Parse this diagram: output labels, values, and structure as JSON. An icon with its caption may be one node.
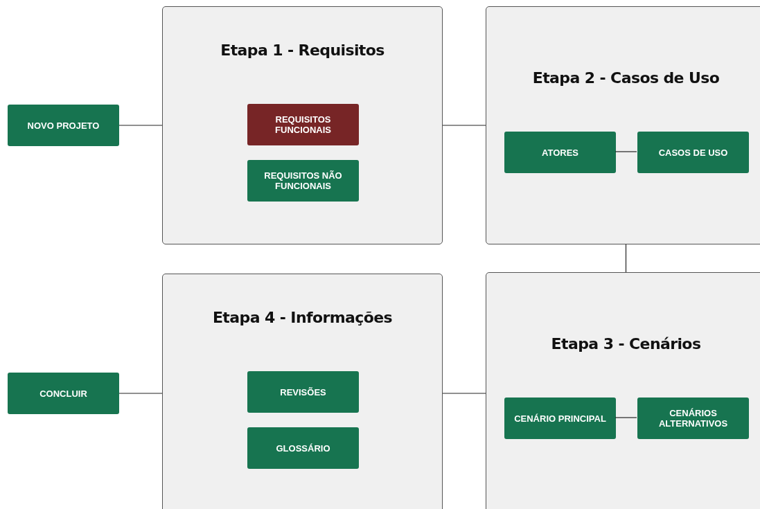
{
  "diagram": {
    "nodes": [
      {
        "text": [
          "NOVO PROJETO"
        ]
      },
      {
        "text": [
          "Etapa 1 - Requisitos"
        ]
      },
      {
        "text": [
          "REQUISITOS FUNCIONAIS"
        ],
        "in": 1
      },
      {
        "text": [
          "REQUISITOS NÃO FUNCIONAIS"
        ],
        "in": 1
      },
      {
        "text": [
          "Etapa 2 - Casos de Uso"
        ]
      },
      {
        "text": [
          "ATORES"
        ],
        "in": 4
      },
      {
        "text": [
          "CASOS DE USO"
        ],
        "in": 4
      },
      {
        "text": [
          "CONCLUIR"
        ]
      },
      {
        "text": [
          "Etapa 4 - Informações"
        ]
      },
      {
        "text": [
          "REVISÕES"
        ],
        "in": 8
      },
      {
        "text": [
          "GLOSSÁRIO"
        ],
        "in": 8
      },
      {
        "text": [
          "Etapa 3 - Cenários"
        ]
      },
      {
        "text": [
          "CENÁRIO PRINCIPAL"
        ],
        "in": 11
      },
      {
        "text": [
          "CENÁRIOS ALTERNATIVOS"
        ],
        "in": 11
      }
    ],
    "edges": [
      {
        "from": 0,
        "to": 1,
        "arrow": "none"
      },
      {
        "from": 1,
        "to": 4,
        "arrow": "none"
      },
      {
        "from": 5,
        "to": 6,
        "arrow": "none"
      },
      {
        "from": 4,
        "to": 11,
        "arrow": "none"
      },
      {
        "from": 7,
        "to": 8,
        "arrow": "none"
      },
      {
        "from": 8,
        "to": 11,
        "arrow": "none"
      },
      {
        "from": 12,
        "to": 13,
        "arrow": "none"
      }
    ]
  }
}
